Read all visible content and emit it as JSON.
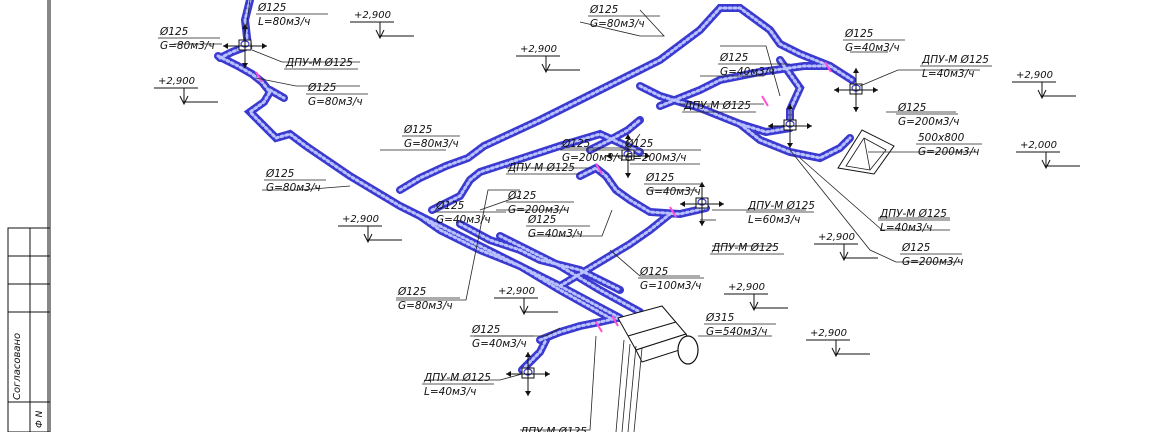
{
  "drawing": {
    "side_stamp": {
      "label_main": "Согласовано",
      "label_small": "Ф N"
    },
    "labels": [
      {
        "id": "l1",
        "lines": [
          "Ø125",
          "L=80м3/ч"
        ]
      },
      {
        "id": "l2",
        "lines": [
          "Ø125",
          "G=80м3/ч"
        ]
      },
      {
        "id": "l3",
        "lines": [
          "ДПУ-М Ø125"
        ]
      },
      {
        "id": "l4",
        "lines": [
          "Ø125",
          "G=80м3/ч"
        ]
      },
      {
        "id": "l5",
        "lines": [
          "Ø125",
          "G=80м3/ч"
        ]
      },
      {
        "id": "l6",
        "lines": [
          "Ø125",
          "G=80м3/ч"
        ]
      },
      {
        "id": "l7",
        "lines": [
          "Ø125",
          "G=80м3/ч"
        ]
      },
      {
        "id": "l8",
        "lines": [
          "Ø125",
          "G=200м3/ч"
        ]
      },
      {
        "id": "l9",
        "lines": [
          "Ø125",
          "G=40м3/ч"
        ]
      },
      {
        "id": "l10",
        "lines": [
          "Ø125",
          "G=40м3/ч"
        ]
      },
      {
        "id": "l11",
        "lines": [
          "ДПУ-М Ø125",
          "L=40м3/ч"
        ]
      },
      {
        "id": "l12",
        "lines": [
          "ДПУ-М Ø125"
        ]
      },
      {
        "id": "l13",
        "lines": [
          "Ø125",
          "G=80м3/ч"
        ]
      },
      {
        "id": "l14",
        "lines": [
          "Ø125",
          "G=200м3/ч"
        ]
      },
      {
        "id": "l15",
        "lines": [
          "Ø125",
          "G=200м3/ч"
        ]
      },
      {
        "id": "l16",
        "lines": [
          "ДПУ-М Ø125"
        ]
      },
      {
        "id": "l17",
        "lines": [
          "Ø125",
          "G=40м3/ч"
        ]
      },
      {
        "id": "l18",
        "lines": [
          "ДПУ-М Ø125",
          "L=60м3/ч"
        ]
      },
      {
        "id": "l19",
        "lines": [
          "ДПУ-М Ø125"
        ]
      },
      {
        "id": "l20",
        "lines": [
          "Ø125",
          "G=100м3/ч"
        ]
      },
      {
        "id": "l21",
        "lines": [
          "Ø315",
          "G=540м3/ч"
        ]
      },
      {
        "id": "l22",
        "lines": [
          "Ø125",
          "G=40м3/ч"
        ]
      },
      {
        "id": "l23",
        "lines": [
          "ДПУ-М Ø125",
          "L=40м3/ч"
        ]
      },
      {
        "id": "l24",
        "lines": [
          "ДПУ-М Ø125"
        ]
      },
      {
        "id": "l25",
        "lines": [
          "Ø125",
          "G=40м3/ч"
        ]
      },
      {
        "id": "l26",
        "lines": [
          "500x800",
          "G=200м3/ч"
        ]
      },
      {
        "id": "l27",
        "lines": [
          "ДПУ-М Ø125",
          "L=40м3/ч"
        ]
      },
      {
        "id": "l28",
        "lines": [
          "Ø125",
          "G=200м3/ч"
        ]
      },
      {
        "id": "l29",
        "lines": [
          "Ø125",
          "G=200м3/ч"
        ]
      },
      {
        "id": "l30",
        "lines": [
          "Ø125",
          "G=40м3/ч"
        ]
      }
    ],
    "levels": [
      {
        "id": "v1",
        "text": "+2,900"
      },
      {
        "id": "v2",
        "text": "+2,900"
      },
      {
        "id": "v3",
        "text": "+2,900"
      },
      {
        "id": "v4",
        "text": "+2,900"
      },
      {
        "id": "v5",
        "text": "+2,900"
      },
      {
        "id": "v6",
        "text": "+2,900"
      },
      {
        "id": "v7",
        "text": "+2,900"
      },
      {
        "id": "v8",
        "text": "+2,900"
      },
      {
        "id": "v9",
        "text": "+2,900"
      },
      {
        "id": "v10",
        "text": "+2,000"
      }
    ],
    "colors": {
      "duct": "#3a3ad0",
      "duct_highlight": "#b9c2ff",
      "damper": "#ff4fd8",
      "ink": "#111111"
    },
    "icons": [
      "diffuser-icon",
      "air-grille-icon",
      "level-mark-icon"
    ]
  }
}
